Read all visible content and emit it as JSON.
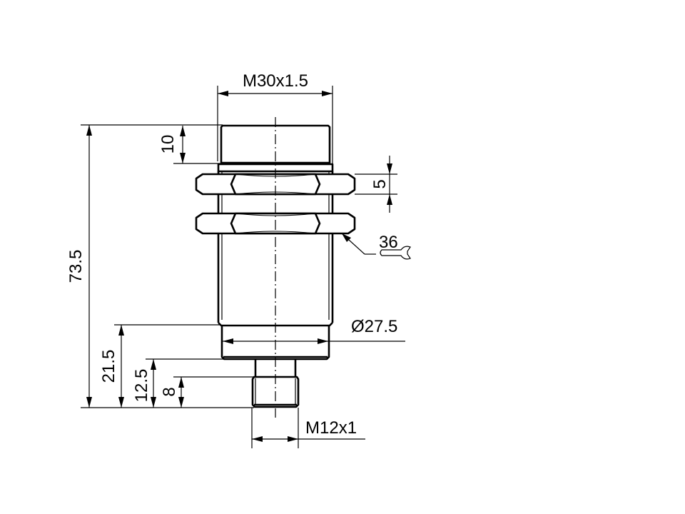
{
  "drawing": {
    "title": "Inductive proximity sensor M30 dimensional drawing",
    "units": "mm",
    "colors": {
      "line": "#000000",
      "background": "#ffffff"
    }
  },
  "dimensions": {
    "thread_top": {
      "label": "M30x1.5"
    },
    "thread_top_length": {
      "label": "10"
    },
    "nut_height": {
      "label": "5"
    },
    "wrench_size": {
      "label": "36",
      "icon": "wrench-icon"
    },
    "overall_length": {
      "label": "73.5"
    },
    "body_diameter": {
      "label": "Ø27.5"
    },
    "lower_section": {
      "label": "21.5"
    },
    "connector_height": {
      "label": "12.5"
    },
    "connector_thread_length": {
      "label": "8"
    },
    "connector_thread": {
      "label": "M12x1"
    }
  }
}
